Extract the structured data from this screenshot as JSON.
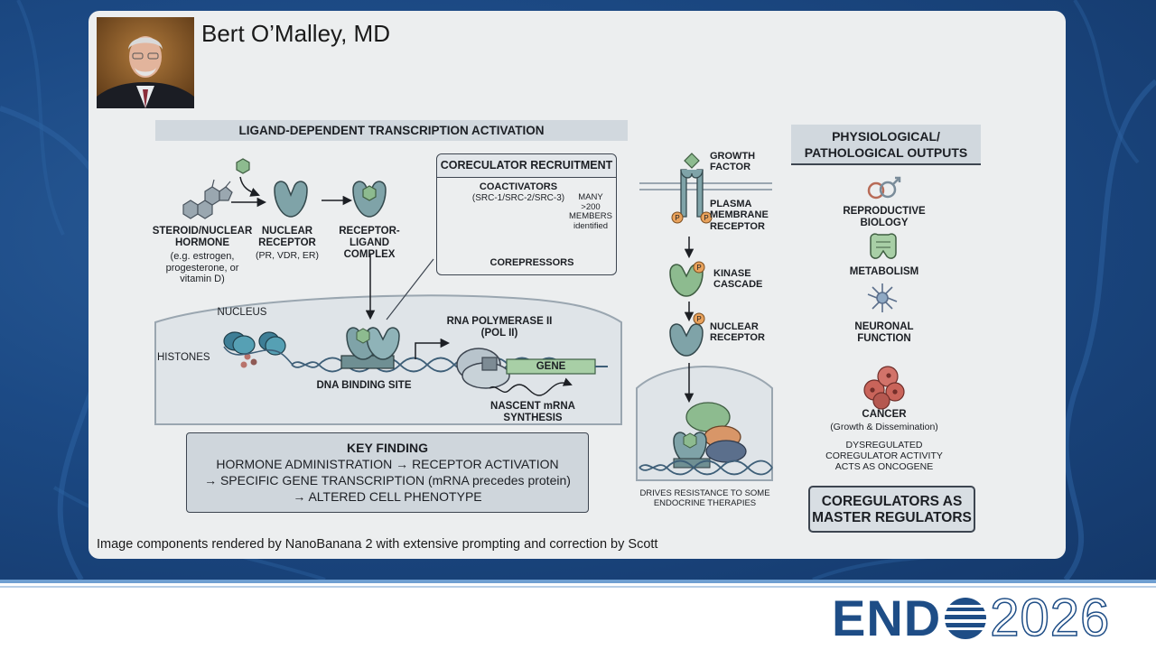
{
  "speaker": {
    "name": "Bert O’Malley, MD"
  },
  "credit": "Image components rendered by NanoBanana 2 with extensive prompting and correction by Scott",
  "logo": {
    "brand": "END",
    "year": "2026"
  },
  "main_diagram": {
    "header": "LIGAND-DEPENDENT TRANSCRIPTION ACTIVATION",
    "hormone": {
      "title_line1": "STEROID/NUCLEAR",
      "title_line2": "HORMONE",
      "sub_line1": "(e.g. estrogen,",
      "sub_line2": "progesterone, or",
      "sub_line3": "vitamin D)"
    },
    "receptor": {
      "title_line1": "NUCLEAR",
      "title_line2": "RECEPTOR",
      "sub": "(PR, VDR, ER)"
    },
    "complex": {
      "title_line1": "RECEPTOR-LIGAND",
      "title_line2": "COMPLEX"
    },
    "coregulator_box": {
      "title": "CORECULATOR RECRUITMENT",
      "coactivators": "COACTIVATORS",
      "coactivators_sub": "(SRC-1/SRC-2/SRC-3)",
      "many_line1": "MANY",
      "many_line2": ">200",
      "many_line3": "MEMBERS",
      "many_line4": "identified",
      "corepressors": "COREPRESSORS"
    },
    "nucleus": "NUCLEUS",
    "histones": "HISTONES",
    "dna_binding_site": "DNA BINDING SITE",
    "pol2_line1": "RNA POLYMERASE II",
    "pol2_line2": "(POL II)",
    "gene": "GENE",
    "mrna_line1": "NASCENT mRNA",
    "mrna_line2": "SYNTHESIS",
    "key_finding": {
      "title": "KEY FINDING",
      "line1": "HORMONE ADMINISTRATION → RECEPTOR ACTIVATION",
      "line2": "→ SPECIFIC GENE TRANSCRIPTION (mRNA precedes protein)",
      "line3": "→ ALTERED CELL PHENOTYPE"
    }
  },
  "middle_diagram": {
    "growth_factor_line1": "GROWTH",
    "growth_factor_line2": "FACTOR",
    "membrane_line1": "PLASMA",
    "membrane_line2": "MEMBRANE",
    "membrane_line3": "RECEPTOR",
    "kinase_line1": "KINASE",
    "kinase_line2": "CASCADE",
    "nuclear_line1": "NUCLEAR",
    "nuclear_line2": "RECEPTOR",
    "phospho": "P",
    "resistance_line1": "DRIVES RESISTANCE TO SOME",
    "resistance_line2": "ENDOCRINE THERAPIES"
  },
  "outputs": {
    "header_line1": "PHYSIOLOGICAL/",
    "header_line2": "PATHOLOGICAL OUTPUTS",
    "repro_line1": "REPRODUCTIVE",
    "repro_line2": "BIOLOGY",
    "metabolism": "METABOLISM",
    "neuro_line1": "NEURONAL",
    "neuro_line2": "FUNCTION",
    "cancer": "CANCER",
    "cancer_sub": "(Growth & Dissemination)",
    "dysreg_line1": "DYSREGULATED",
    "dysreg_line2": "COREGULATOR ACTIVITY",
    "dysreg_line3": "ACTS AS ONCOGENE",
    "master_line1": "COREGULATORS AS",
    "master_line2": "MASTER REGULATORS"
  },
  "colors": {
    "background_blue": "#1c4a85",
    "card": "#eceeef",
    "receptor_teal": "#7fa3a8",
    "coactivator_green": "#8dbb8f",
    "corepressor_orange": "#d89668",
    "corepressor_slate": "#5b6f8c",
    "gene_green": "#a8cfa6",
    "phospho_orange": "#e9a25c",
    "cancer_red": "#c9645a",
    "logo_blue": "#1e4d86"
  }
}
